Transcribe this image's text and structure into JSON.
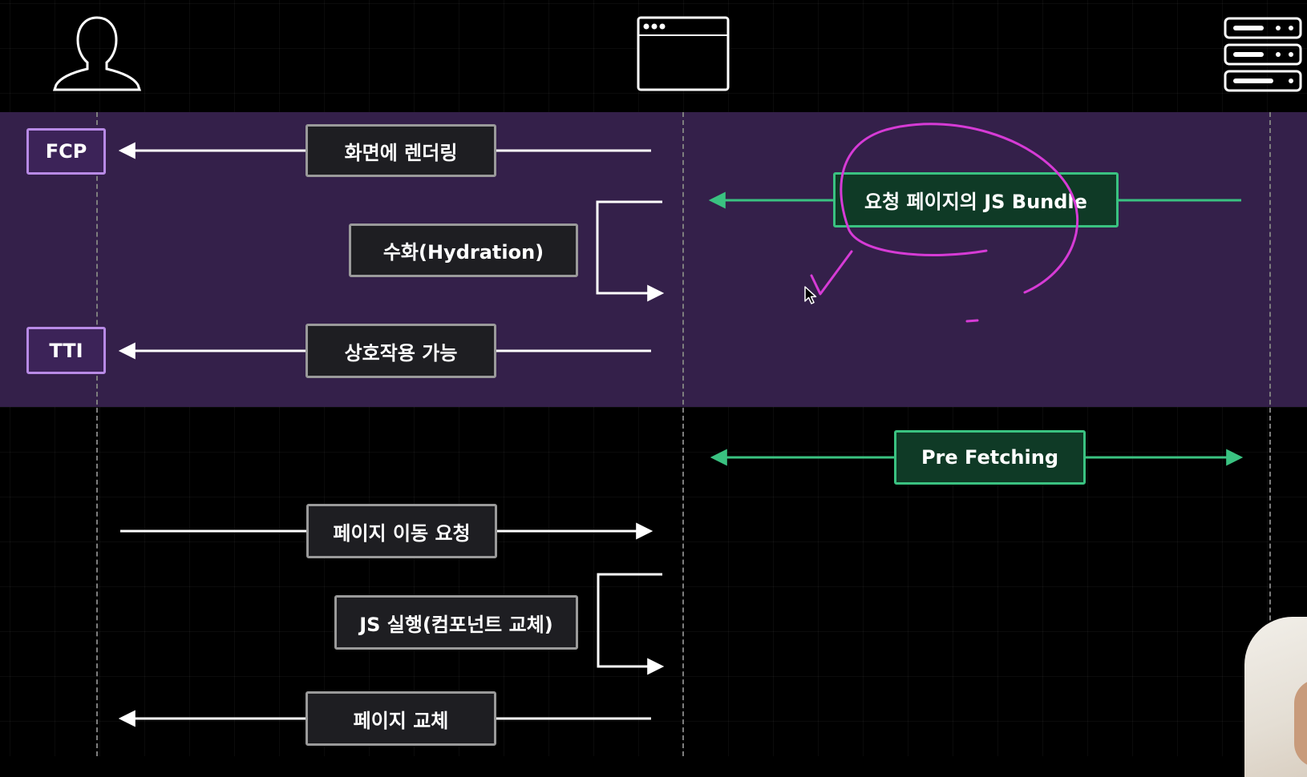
{
  "actors": {
    "user_icon": "user-silhouette-icon",
    "browser_icon": "browser-window-icon",
    "server_icon": "server-rack-icon"
  },
  "labels": {
    "fcp": "FCP",
    "tti": "TTI",
    "render": "화면에 렌더링",
    "hydration": "수화(Hydration)",
    "interactive": "상호작용 가능",
    "js_bundle": "요청 페이지의 JS Bundle",
    "prefetching": "Pre Fetching",
    "page_move_request": "페이지 이동 요청",
    "js_execute": "JS 실행(컴포넌트 교체)",
    "page_replace": "페이지 교체"
  },
  "colors": {
    "background": "#000000",
    "band": "#34204a",
    "arrow_white": "#ffffff",
    "arrow_green": "#3ac281",
    "annotation_magenta": "#d63bd6",
    "box_purple_border": "#b88ae6",
    "box_green_border": "#3ac281"
  }
}
